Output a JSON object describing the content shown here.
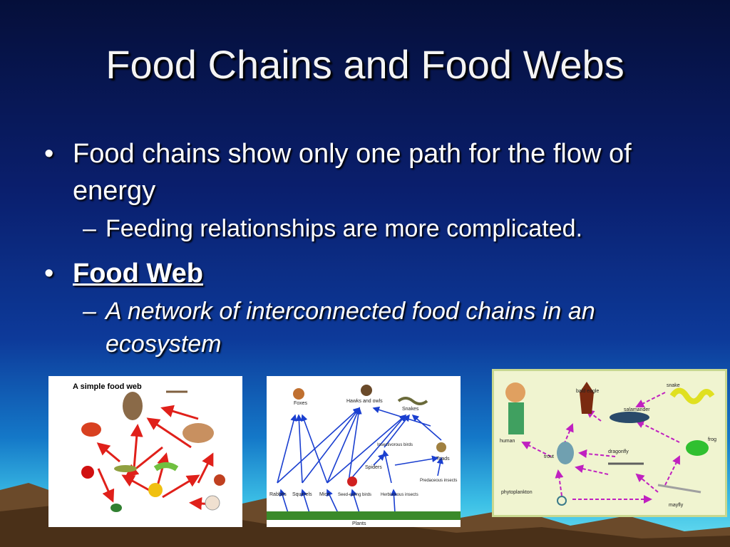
{
  "slide": {
    "title": "Food Chains and Food Webs",
    "bullet1": "Food chains show only one path for the flow of energy",
    "sub1": "Feeding relationships are more complicated.",
    "bullet2": "Food Web",
    "sub2": "A network of interconnected food chains in an ecosystem",
    "bullet_glyph": "•",
    "dash_glyph": "–"
  },
  "images": {
    "simple_web": {
      "title": "A simple food web"
    },
    "blue_web": {
      "labels": [
        "Foxes",
        "Hawks and owls",
        "Snakes",
        "Insectivorous birds",
        "Toads",
        "Spiders",
        "Predaceous insects",
        "Rabbits",
        "Squirrels",
        "Mice",
        "Seed-eating birds",
        "Herbivorous insects",
        "Plants"
      ]
    },
    "cartoon_web": {
      "labels": [
        "bald eagle",
        "snake",
        "human",
        "salamander",
        "frog",
        "trout",
        "dragonfly",
        "phytoplankton",
        "mayfly"
      ]
    }
  },
  "colors": {
    "arrow_red": "#e0201a",
    "arrow_blue": "#1a3fd0",
    "arrow_magenta": "#c020c0"
  }
}
